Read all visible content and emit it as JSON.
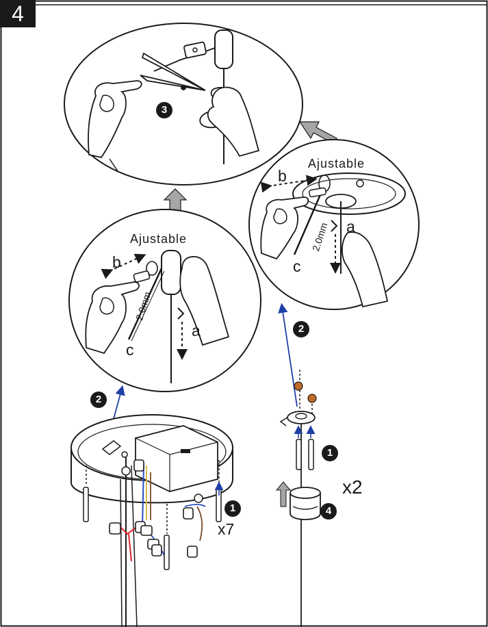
{
  "step_number": "4",
  "labels": {
    "adjustable": "Ajustable",
    "a": "a",
    "b": "b",
    "c": "c",
    "measure": "2.0mm",
    "times7": "x7",
    "times2": "x2"
  },
  "markers": {
    "one": "1",
    "two": "2",
    "three": "3",
    "four": "4"
  },
  "colors": {
    "ink": "#1a1a1a",
    "arrow_blue": "#1f3fa6",
    "gray_arrow": "#a6a6a6",
    "washer_orange": "#c06a2a",
    "wire_red": "#d8262b",
    "wire_yellow": "#d9b84a",
    "wire_blue": "#2a4cc4",
    "wire_brown": "#7a4a2a"
  }
}
